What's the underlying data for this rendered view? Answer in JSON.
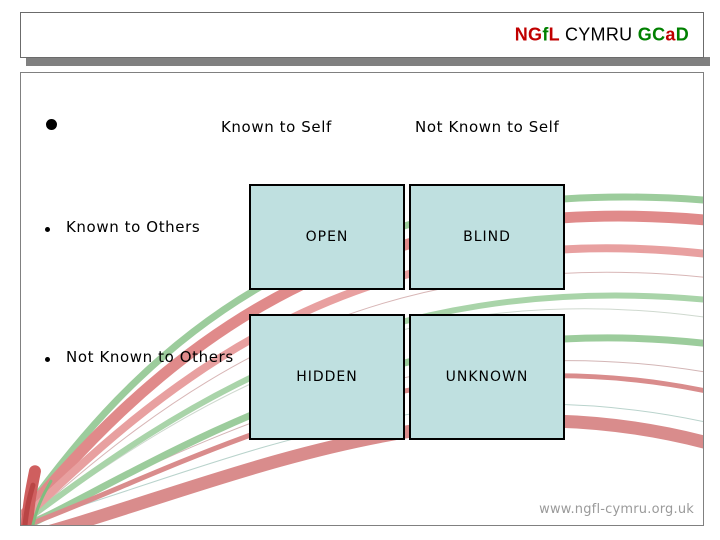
{
  "header": {
    "logo": {
      "part1": "NGfL",
      "part1_segments": [
        {
          "text": "NG",
          "color": "#c00000"
        },
        {
          "text": "f",
          "color": "#008000"
        },
        {
          "text": "L",
          "color": "#c00000"
        }
      ],
      "part2": "CYMRU",
      "part3": "GCaD",
      "part3_segments": [
        {
          "text": "GC",
          "color": "#008000"
        },
        {
          "text": "a",
          "color": "#c00000"
        },
        {
          "text": "D",
          "color": "#008000"
        }
      ],
      "full_text": "NGfL CYMRU GCaD"
    }
  },
  "matrix": {
    "title_bullet": "•",
    "columns": [
      {
        "label": "Known to Self"
      },
      {
        "label": "Not Known to Self"
      }
    ],
    "rows": [
      {
        "bullet": "•",
        "label": "Known to Others"
      },
      {
        "bullet": "•",
        "label": "Not Known to Others"
      }
    ],
    "cells": [
      {
        "label": "OPEN",
        "row": 0,
        "col": 0
      },
      {
        "label": "BLIND",
        "row": 0,
        "col": 1
      },
      {
        "label": "HIDDEN",
        "row": 1,
        "col": 0
      },
      {
        "label": "UNKNOWN",
        "row": 1,
        "col": 1
      }
    ],
    "cell_fill": "#bfe0e0",
    "cell_border": "#000000"
  },
  "footer": {
    "url": "www.ngfl-cymru.org.uk",
    "url_color": "#9a9a9a"
  },
  "decor": {
    "ribbon_green": "#9ccc9c",
    "ribbon_pink": "#e29a9a",
    "ribbon_red": "#d66a6a",
    "header_shadow": "#808080"
  }
}
